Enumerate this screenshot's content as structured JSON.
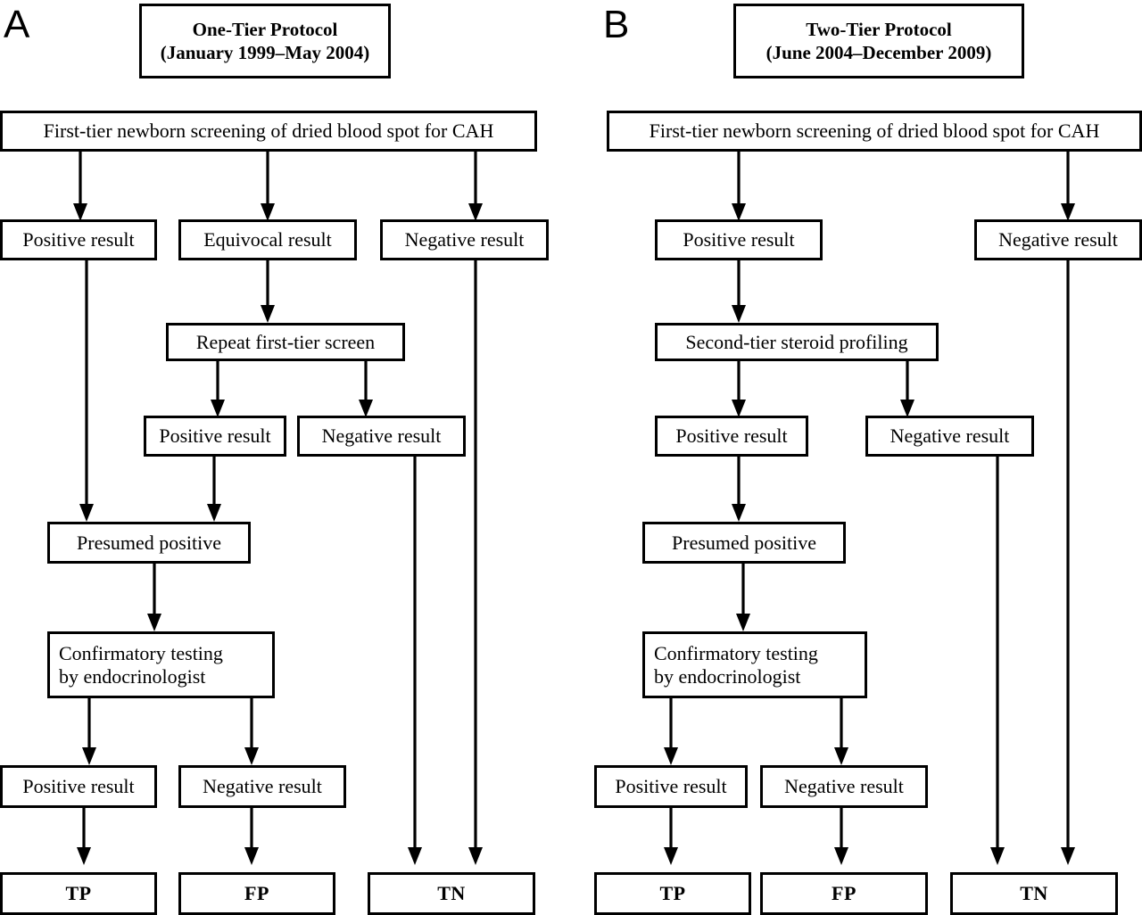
{
  "figure": {
    "type": "flowchart",
    "description": "Two-panel flow diagram comparing newborn screening protocols for CAH"
  },
  "panels": [
    {
      "letter": "A",
      "header": {
        "title": "One-Tier Protocol",
        "period": "(January 1999–May 2004)"
      },
      "nodes": {
        "first_tier": "First-tier newborn screening of dried blood spot for CAH",
        "positive_1": "Positive result",
        "equivocal_1": "Equivocal result",
        "negative_1": "Negative result",
        "repeat_screen": "Repeat first-tier screen",
        "positive_2": "Positive result",
        "negative_2": "Negative result",
        "presumed_positive": "Presumed positive",
        "confirmatory": "Confirmatory testing\nby endocrinologist",
        "positive_3": "Positive result",
        "negative_3": "Negative result",
        "tp": "TP",
        "fp": "FP",
        "tn": "TN"
      }
    },
    {
      "letter": "B",
      "header": {
        "title": "Two-Tier Protocol",
        "period": "(June 2004–December 2009)"
      },
      "nodes": {
        "first_tier": "First-tier newborn screening of dried blood spot for CAH",
        "positive_1": "Positive result",
        "negative_1": "Negative result",
        "second_tier": "Second-tier steroid profiling",
        "positive_2": "Positive result",
        "negative_2": "Negative result",
        "presumed_positive": "Presumed positive",
        "confirmatory": "Confirmatory testing\nby endocrinologist",
        "positive_3": "Positive result",
        "negative_3": "Negative result",
        "tp": "TP",
        "fp": "FP",
        "tn": "TN"
      }
    }
  ],
  "colors": {
    "stroke": "#000000",
    "background": "#ffffff",
    "text": "#000000"
  }
}
